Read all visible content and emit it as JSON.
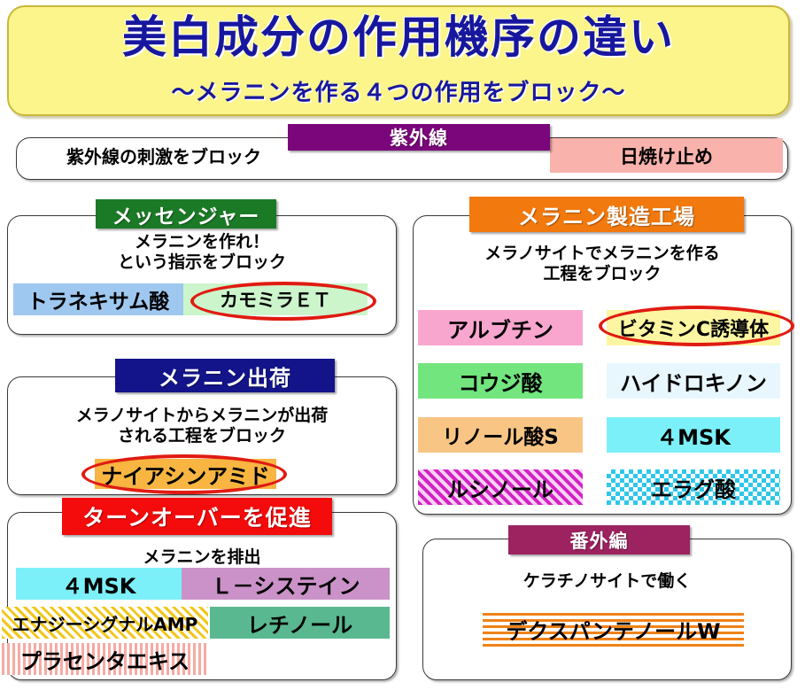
{
  "title": {
    "main": "美白成分の作用機序の違い",
    "sub": "～メラニンを作る４つの作用をブロック～"
  },
  "uv_section": {
    "header": "紫外線",
    "description": "紫外線の刺激をブロック",
    "ingredient": "日焼け止め"
  },
  "messenger_section": {
    "header": "メッセンジャー",
    "description_line1": "メラニンを作れ！",
    "description_line2": "という指示をブロック",
    "ingredients": [
      {
        "label": "トラネキサム酸",
        "highlighted": "false"
      },
      {
        "label": "カモミラＥＴ",
        "highlighted": "true"
      }
    ]
  },
  "factory_section": {
    "header": "メラニン製造工場",
    "description_line1": "メラノサイトでメラニンを作る",
    "description_line2": "工程をブロック",
    "ingredients_left": [
      {
        "label": "アルブチン"
      },
      {
        "label": "コウジ酸"
      },
      {
        "label": "リノール酸S"
      },
      {
        "label": "ルシノール"
      }
    ],
    "ingredients_right": [
      {
        "label": "ビタミンC誘導体",
        "highlighted": "true"
      },
      {
        "label": "ハイドロキノン",
        "highlighted": "false"
      },
      {
        "label": "４MSK",
        "highlighted": "false"
      },
      {
        "label": "エラグ酸",
        "highlighted": "false"
      }
    ]
  },
  "shipping_section": {
    "header": "メラニン出荷",
    "description_line1": "メラノサイトからメラニンが出荷",
    "description_line2": "される工程をブロック",
    "ingredients": [
      {
        "label": "ナイアシンアミド",
        "highlighted": "true"
      }
    ]
  },
  "turnover_section": {
    "header": "ターンオーバーを促進",
    "description": "メラニンを排出",
    "ingredients": [
      {
        "label": "４MSK"
      },
      {
        "label": "Ｌ－システイン"
      },
      {
        "label": "エナジーシグナルAMP"
      },
      {
        "label": "レチノール"
      },
      {
        "label": "プラセンタエキス"
      }
    ]
  },
  "extra_section": {
    "header": "番外編",
    "description": "ケラチノサイトで働く",
    "ingredients": [
      {
        "label": "デクスパンテノールW"
      }
    ]
  },
  "colors": {
    "title_bg": "#fbf58c",
    "title_text": "#17179e",
    "uv_header": "#7b067b",
    "uv_chip": "#f9b3ac",
    "messenger_header": "#1b7a26",
    "factory_header": "#f2790d",
    "shipping_header": "#13148a",
    "turnover_header": "#f40b0b",
    "extra_header": "#9c2260",
    "chip_blue": "#9ec8ef",
    "chip_lightgreen": "#ccf5cc",
    "chip_pink": "#f9a6cf",
    "chip_green": "#72e57e",
    "chip_orange": "#f8c585",
    "chip_paleblue": "#e8f7fd",
    "chip_cyan": "#7cf0f8",
    "chip_yellow": "#fcf6a2",
    "chip_mauve": "#cb92c9",
    "chip_seagreen": "#5ab890",
    "chip_amber": "#f8b541",
    "highlight_ellipse": "#e01b11"
  }
}
